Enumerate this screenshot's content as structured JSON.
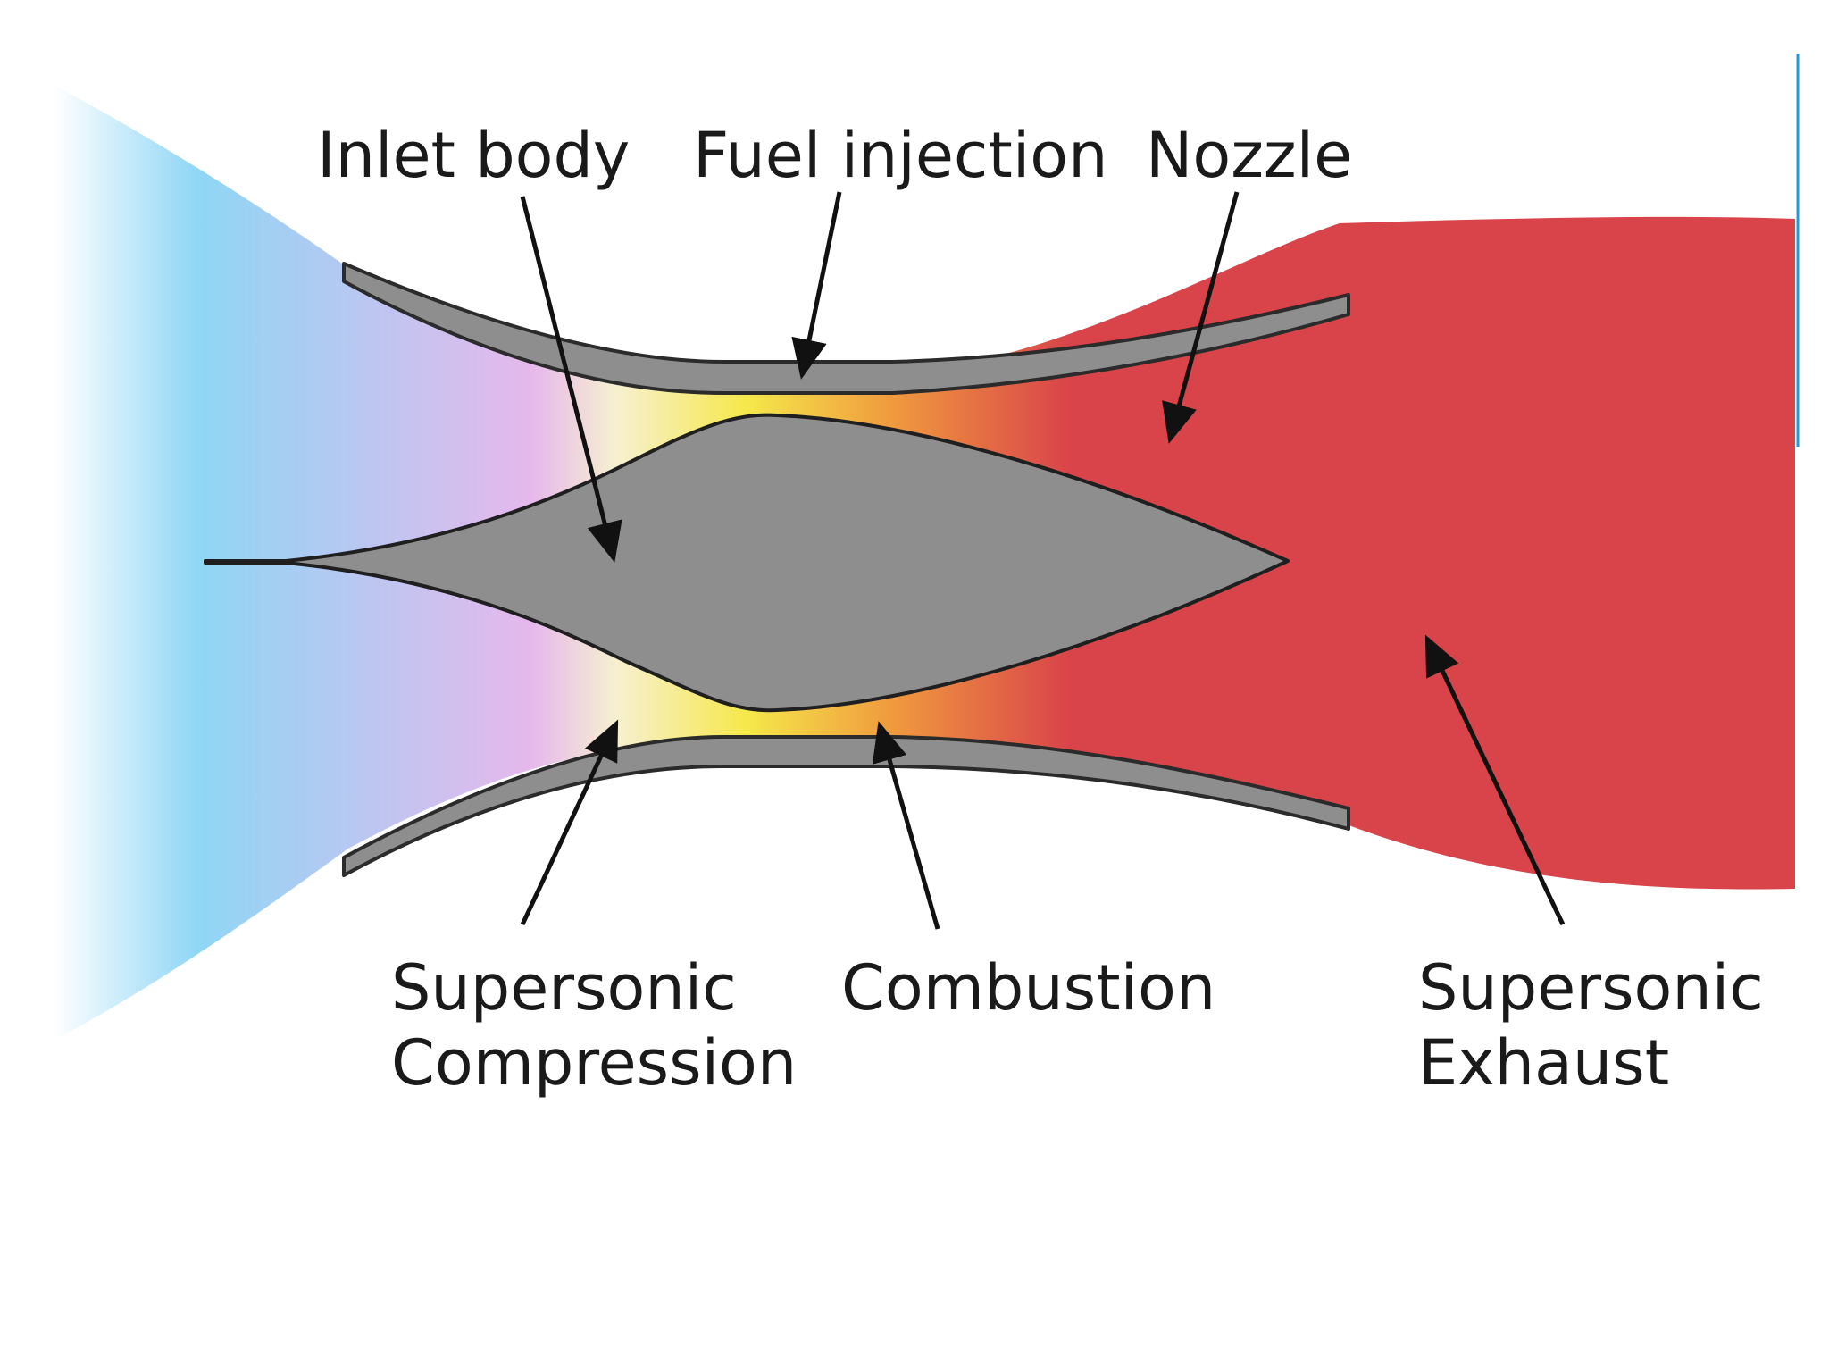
{
  "labels": {
    "inlet_body": "Inlet body",
    "fuel_injection": "Fuel injection",
    "nozzle": "Nozzle",
    "supersonic_compression": [
      "Supersonic",
      "Compression"
    ],
    "combustion": "Combustion",
    "supersonic_exhaust": [
      "Supersonic",
      "Exhaust"
    ]
  },
  "colors": {
    "inlet_air": "#8fd6f5",
    "compression": "#e6b8ec",
    "combustion": "#f5e84a",
    "hot_gas": "#f09a3e",
    "exhaust": "#d9434a",
    "engine_body": "#8e8e8e",
    "outline": "#2b2b2b",
    "edge_accent": "#1a9cd8"
  }
}
